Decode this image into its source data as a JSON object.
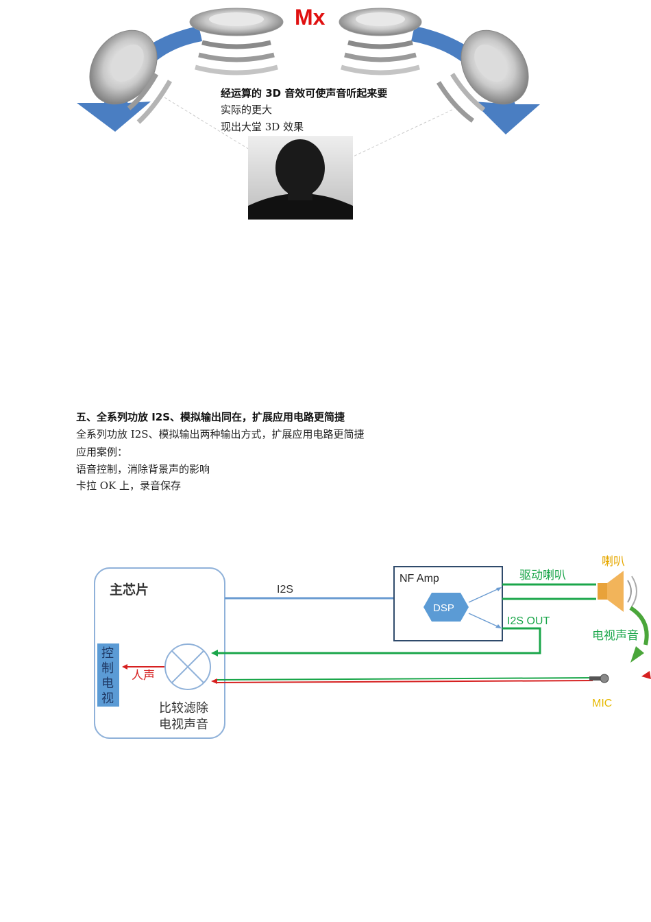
{
  "top_figure": {
    "brand": "Mx",
    "lines": [
      "经运算的 3D 音效可使声音听起来要",
      "实际的更大",
      "现出大堂 3D 效果"
    ]
  },
  "section5": {
    "title": "五、全系列功放 I2S、模拟输出同在，扩展应用电路更简捷",
    "paragraphs": [
      "全系列功放 I2S、模拟输出两种输出方式，扩展应用电路更简捷",
      "应用案例：",
      "语音控制，消除背景声的影响",
      "卡拉 OK 上，录音保存"
    ]
  },
  "diagram": {
    "main_chip": "主芯片",
    "control_tv": "控制电视",
    "voice": "人声",
    "compare_line1": "比较滤除",
    "compare_line2": "电视声音",
    "i2s": "I2S",
    "nf_amp": "NF Amp",
    "dsp": "DSP",
    "drive_speaker": "驱动喇叭",
    "i2s_out": "I2S OUT",
    "speaker": "喇叭",
    "tv_sound": "电视声音",
    "mic": "MIC",
    "colors": {
      "blue_line": "#6a9bd1",
      "green_line": "#1aa64a",
      "red_line": "#d62020",
      "dsp_fill": "#5b9bd5",
      "speaker_label": "#e6a800",
      "control_fill": "#5b9bd5"
    }
  }
}
